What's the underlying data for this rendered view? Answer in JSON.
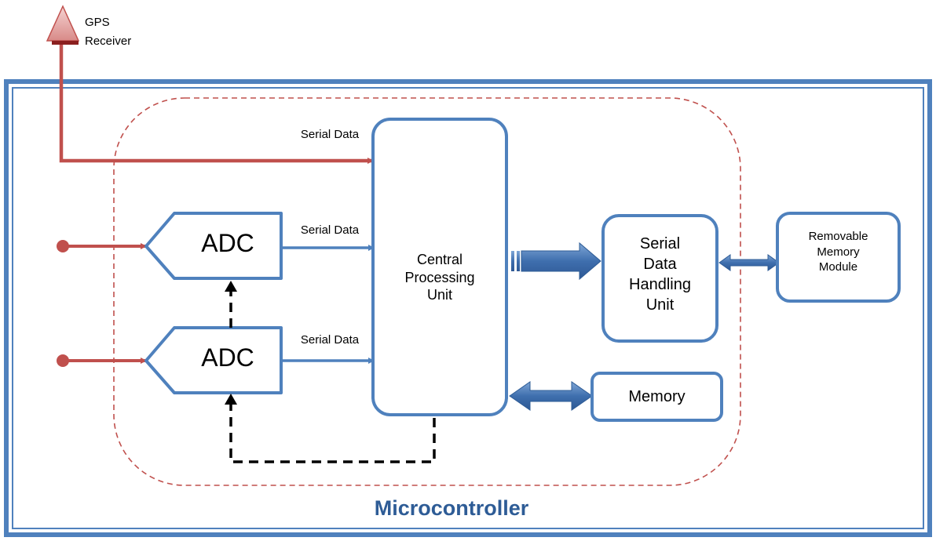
{
  "gps": {
    "label_line1": "GPS",
    "label_line2": "Receiver"
  },
  "labels": {
    "serial_data_gps": "Serial Data",
    "serial_data_adc1": "Serial Data",
    "serial_data_adc2": "Serial Data"
  },
  "blocks": {
    "adc1": "ADC",
    "adc2": "ADC",
    "cpu": "Central\nProcessing\nUnit",
    "serial_handler": "Serial\nData\nHandling\nUnit",
    "memory": "Memory",
    "removable_memory": "Removable\nMemory\nModule"
  },
  "container": {
    "title": "Microcontroller"
  },
  "colors": {
    "blue": "#4f81bd",
    "dark_blue": "#2e5c96",
    "red": "#c0504d",
    "black": "#000000"
  }
}
